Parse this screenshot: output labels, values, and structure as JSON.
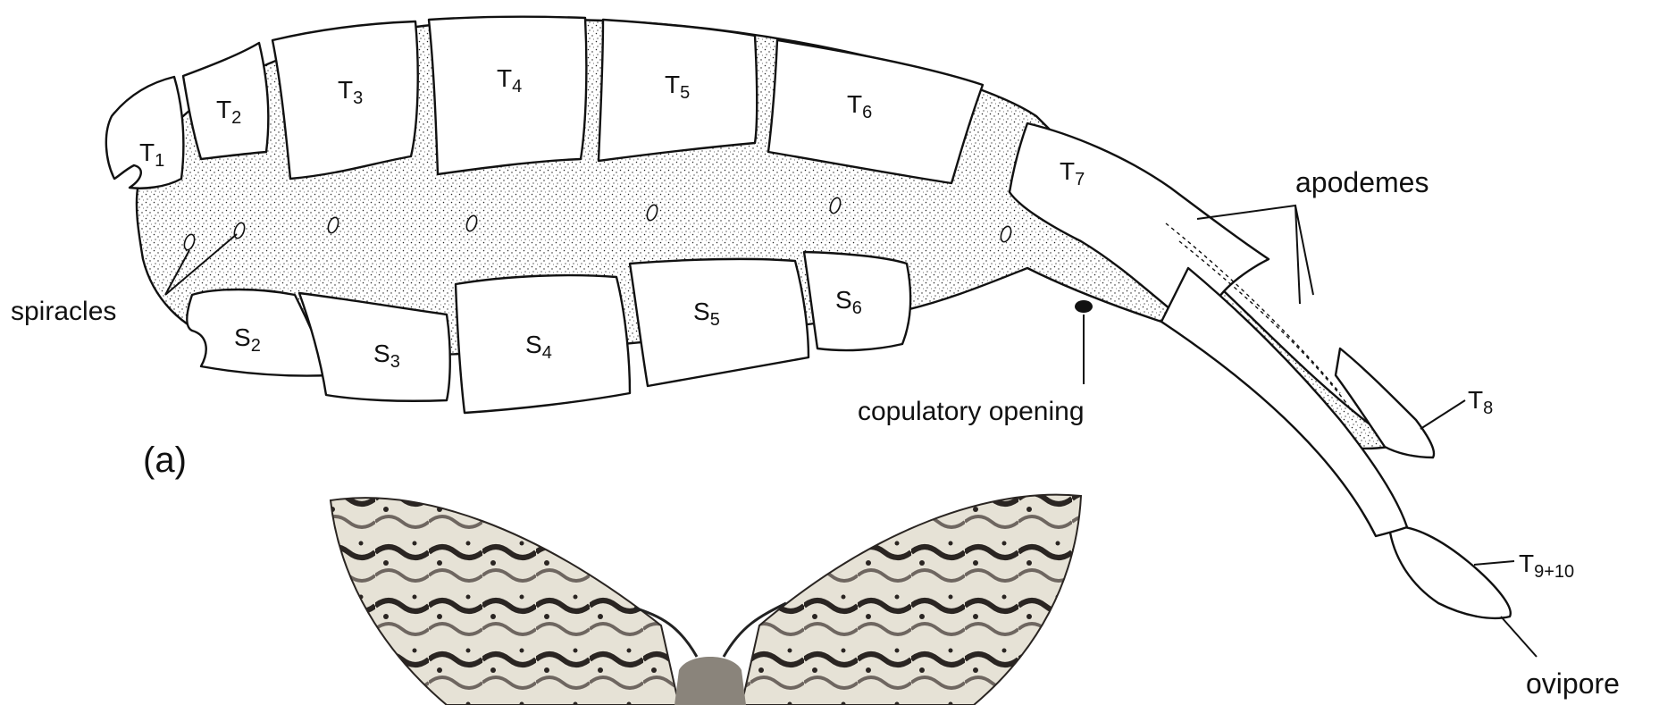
{
  "segments": {
    "tergites": [
      {
        "name": "T",
        "sub": "1"
      },
      {
        "name": "T",
        "sub": "2"
      },
      {
        "name": "T",
        "sub": "3"
      },
      {
        "name": "T",
        "sub": "4"
      },
      {
        "name": "T",
        "sub": "5"
      },
      {
        "name": "T",
        "sub": "6"
      },
      {
        "name": "T",
        "sub": "7"
      },
      {
        "name": "T",
        "sub": "8"
      },
      {
        "name": "T",
        "sub": "9+10"
      }
    ],
    "sternites": [
      {
        "name": "S",
        "sub": "2"
      },
      {
        "name": "S",
        "sub": "3"
      },
      {
        "name": "S",
        "sub": "4"
      },
      {
        "name": "S",
        "sub": "5"
      },
      {
        "name": "S",
        "sub": "6"
      }
    ]
  },
  "callouts": {
    "spiracles": "spiracles",
    "apodemes": "apodemes",
    "copulatory_opening": "copulatory opening",
    "ovipore": "ovipore"
  },
  "panel_label": "(a)",
  "colors": {
    "ink": "#111111",
    "background": "#ffffff",
    "moth_wing_light": "#e6e2d6",
    "moth_wing_dark": "#2a2522"
  }
}
